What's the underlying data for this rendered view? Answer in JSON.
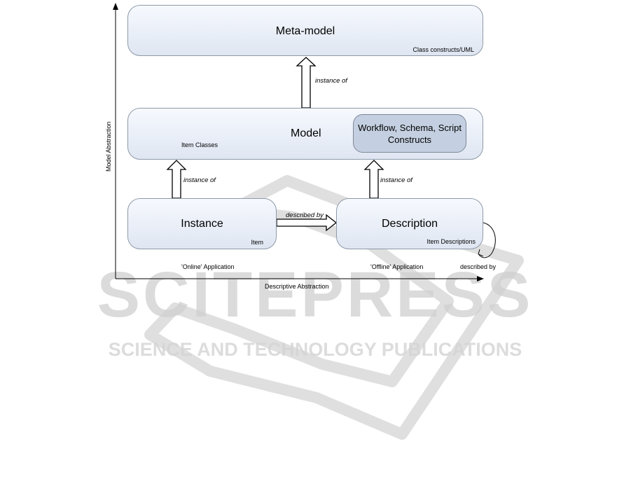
{
  "boxes": {
    "metamodel": {
      "title": "Meta-model",
      "caption": "Class constructs/UML"
    },
    "model": {
      "title": "Model",
      "caption": "Item Classes",
      "inner": "Workflow, Schema, Script Constructs"
    },
    "instance": {
      "title": "Instance",
      "caption": "Item"
    },
    "description": {
      "title": "Description",
      "caption": "Item Descriptions"
    }
  },
  "arrows": {
    "model_to_metamodel": "instance of",
    "instance_to_model": "instance of",
    "description_to_model": "instance of",
    "instance_to_description": "described by",
    "self_description": "described by"
  },
  "axes": {
    "y_label": "Model Abstraction",
    "x_label": "Descriptive Abstraction"
  },
  "applications": {
    "online": "'Online' Application",
    "offline": "'Offline' Application"
  },
  "watermark": {
    "logo_text": "SCITEPRESS",
    "tagline": "SCIENCE AND TECHNOLOGY PUBLICATIONS"
  },
  "colors": {
    "box_fill_top": "#f6f9fe",
    "box_fill_bottom": "#dfe6f2",
    "inner_box_fill": "#c4d0e1",
    "watermark": "#cfcfcf"
  }
}
